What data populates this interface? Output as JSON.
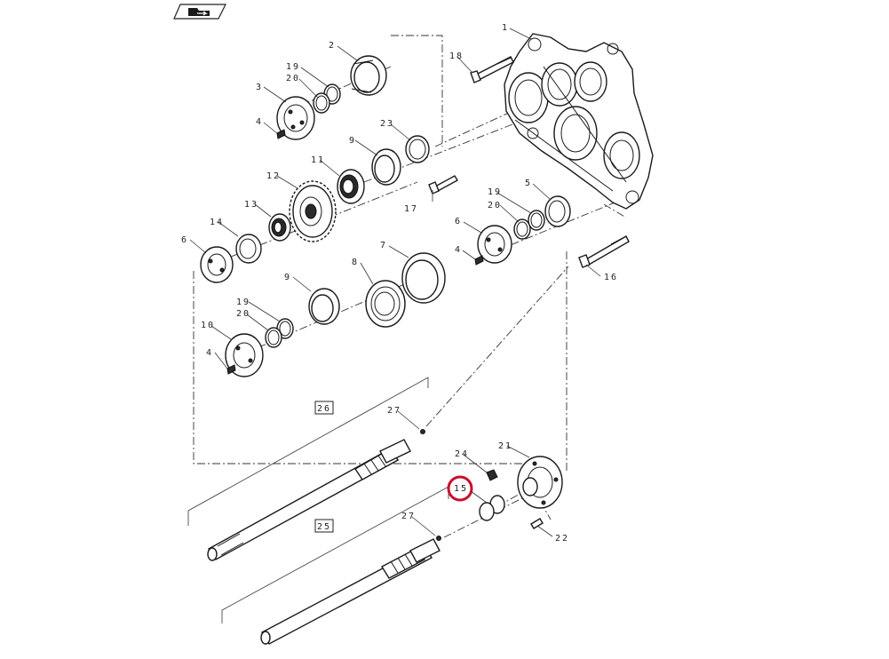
{
  "diagram": {
    "highlight_color": "#c8102e",
    "nav_icon": "page-arrow-icon",
    "callouts": {
      "c1": "1",
      "c2": "2",
      "c3": "3",
      "c4a": "4",
      "c4b": "4",
      "c4c": "4",
      "c5": "5",
      "c6a": "6",
      "c6b": "6",
      "c7": "7",
      "c8": "8",
      "c9a": "9",
      "c9b": "9",
      "c10": "10",
      "c11": "11",
      "c12": "12",
      "c13": "13",
      "c14": "14",
      "c15": "15",
      "c16": "16",
      "c17": "17",
      "c18": "18",
      "c19a": "19",
      "c19b": "19",
      "c19c": "19",
      "c20a": "20",
      "c20b": "20",
      "c20c": "20",
      "c21": "21",
      "c22": "22",
      "c23": "23",
      "c24": "24",
      "c25": "25",
      "c26": "26",
      "c27a": "27",
      "c27b": "27"
    }
  }
}
